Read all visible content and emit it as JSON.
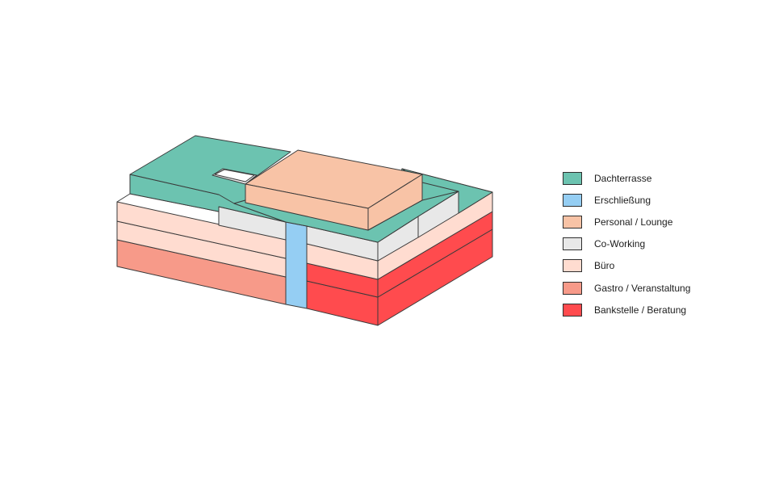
{
  "colors": {
    "dachterrasse": "#6CC3B0",
    "erschliessung": "#95CEF3",
    "personal_lounge": "#F8C3A6",
    "coworking": "#E8E8E8",
    "buero": "#FFDCD0",
    "gastro": "#F79A89",
    "bankstelle": "#FF4B4E"
  },
  "legend": {
    "items": [
      {
        "label": "Dachterrasse",
        "color": "#6CC3B0"
      },
      {
        "label": "Erschließung",
        "color": "#95CEF3"
      },
      {
        "label": "Personal / Lounge",
        "color": "#F8C3A6"
      },
      {
        "label": "Co-Working",
        "color": "#E8E8E8"
      },
      {
        "label": "Büro",
        "color": "#FFDCD0"
      },
      {
        "label": "Gastro / Veranstaltung",
        "color": "#F79A89"
      },
      {
        "label": "Bankstelle / Beratung",
        "color": "#FF4B4E"
      }
    ]
  }
}
